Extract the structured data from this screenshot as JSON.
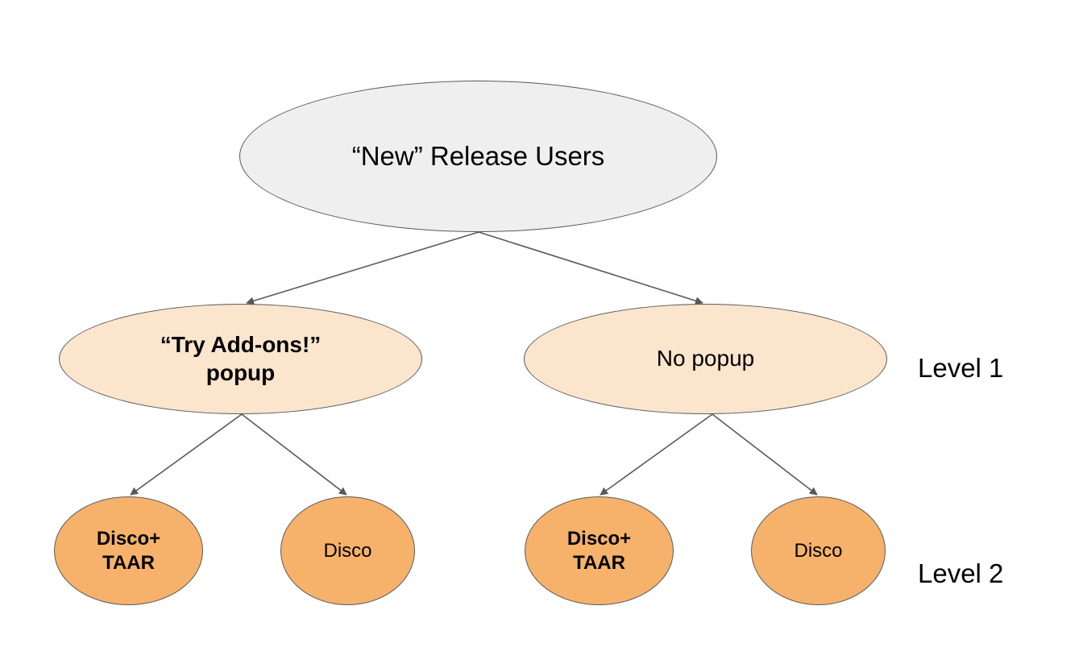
{
  "diagram": {
    "root": {
      "label": "“New” Release Users"
    },
    "level1": [
      {
        "label": "“Try Add-ons!” popup"
      },
      {
        "label": "No popup"
      }
    ],
    "level2": [
      {
        "label": "Disco+ TAAR"
      },
      {
        "label": "Disco"
      },
      {
        "label": "Disco+ TAAR"
      },
      {
        "label": "Disco"
      }
    ],
    "level_labels": [
      "Level 1",
      "Level 2"
    ],
    "colors": {
      "root_fill": "#efefef",
      "level1_fill": "#fce5cd",
      "level2_fill": "#f6b26b",
      "border": "#595959",
      "edge": "#595959"
    }
  }
}
